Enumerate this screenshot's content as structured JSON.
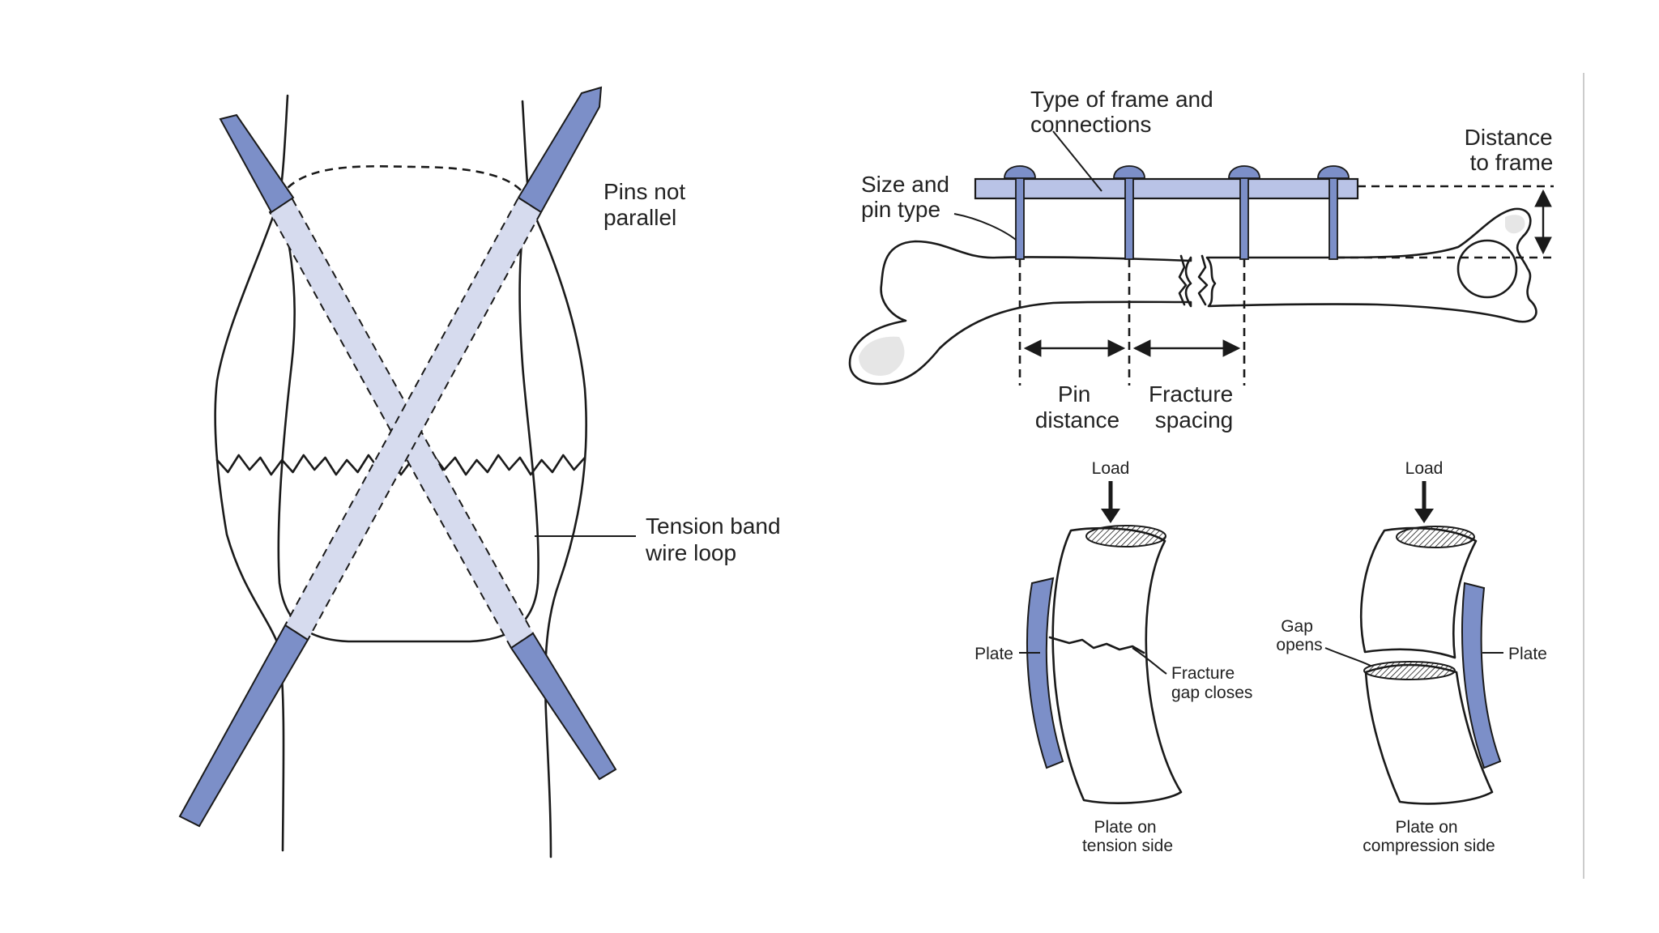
{
  "colors": {
    "implant": "#7c8fc8",
    "implant_light": "#b9c3e6",
    "pin_ghost": "#d6dbee",
    "line": "#1a1a1a",
    "bone_shade": "#e6e6e6"
  },
  "left_panel": {
    "pins_label": [
      "Pins not",
      "parallel"
    ],
    "wire_label": [
      "Tension band",
      "wire loop"
    ]
  },
  "top_right_panel": {
    "frame_label": [
      "Type of frame and",
      "connections"
    ],
    "pin_label": [
      "Size and",
      "pin type"
    ],
    "distance_label": [
      "Distance",
      "to frame"
    ],
    "pin_distance_label": [
      "Pin",
      "distance"
    ],
    "fracture_spacing_label": [
      "Fracture",
      "spacing"
    ]
  },
  "bottom_right_panel": {
    "tension_case": {
      "load": "Load",
      "plate": "Plate",
      "fracture": [
        "Fracture",
        "gap closes"
      ],
      "caption": [
        "Plate on",
        "tension side"
      ]
    },
    "compression_case": {
      "load": "Load",
      "plate": "Plate",
      "gap": [
        "Gap",
        "opens"
      ],
      "caption": [
        "Plate on",
        "compression side"
      ]
    }
  }
}
